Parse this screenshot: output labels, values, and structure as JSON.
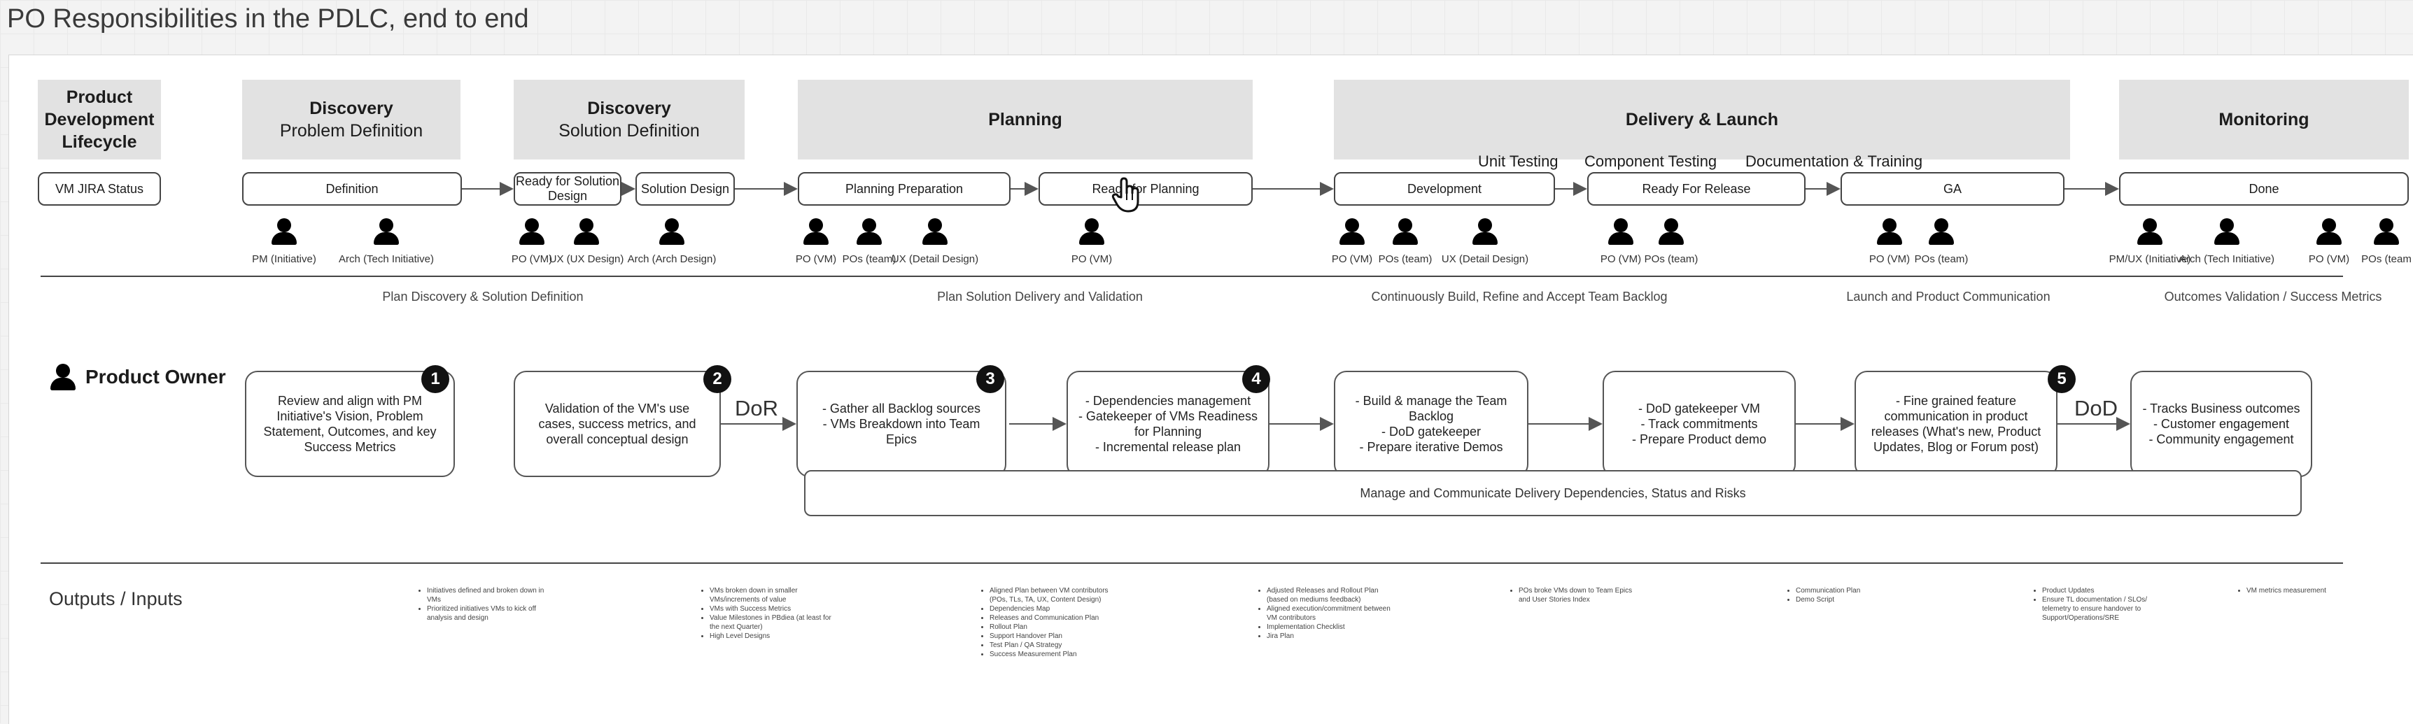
{
  "title": "PO Responsibilities in the PDLC, end to end",
  "phases": [
    {
      "lines": [
        "Product",
        "Development",
        "Lifecycle"
      ],
      "sub": ""
    },
    {
      "lines": [
        "Discovery"
      ],
      "sub": "Problem Definition"
    },
    {
      "lines": [
        "Discovery"
      ],
      "sub": "Solution Definition"
    },
    {
      "lines": [
        "Planning"
      ],
      "sub": ""
    },
    {
      "lines": [
        "Delivery & Launch"
      ],
      "sub": ""
    },
    {
      "lines": [
        "Monitoring"
      ],
      "sub": ""
    }
  ],
  "statuses": [
    "VM JIRA Status",
    "Definition",
    "Ready for Solution Design",
    "Solution Design",
    "Planning Preparation",
    "Ready for Planning",
    "Development",
    "Ready For Release",
    "GA",
    "Done"
  ],
  "step_labels": [
    "Unit Testing",
    "Component Testing",
    "Documentation & Training"
  ],
  "roles": [
    "PM (Initiative)",
    "Arch (Tech Initiative)",
    "PO (VM)",
    "UX (UX Design)",
    "Arch (Arch Design)",
    "PO (VM)",
    "POs (team)",
    "UX (Detail Design)",
    "PO (VM)",
    "PO (VM)",
    "POs (team)",
    "UX (Detail Design)",
    "PO (VM)",
    "POs (team)",
    "PO (VM)",
    "POs (team)",
    "PM/UX (Initiative)",
    "Arch (Tech Initiative)",
    "PO (VM)",
    "POs (team"
  ],
  "section_labels": [
    "Plan Discovery & Solution Definition",
    "Plan Solution Delivery and Validation",
    "Continuously Build, Refine and Accept Team Backlog",
    "Launch and Product Communication",
    "Outcomes Validation / Success Metrics"
  ],
  "product_owner": "Product Owner",
  "cards": [
    [
      "Review and align with PM",
      "Initiative's Vision, Problem",
      "Statement, Outcomes, and key",
      "Success Metrics"
    ],
    [
      "Validation of the VM's use",
      "cases, success metrics, and",
      "overall conceptual design"
    ],
    [
      "- Gather all Backlog sources",
      "- VMs Breakdown into Team",
      "Epics"
    ],
    [
      "- Dependencies management",
      "- Gatekeeper of VMs Readiness",
      "for Planning",
      "- Incremental release plan"
    ],
    [
      "- Build & manage the Team",
      "Backlog",
      "- DoD gatekeeper",
      "- Prepare iterative Demos"
    ],
    [
      "- DoD gatekeeper VM",
      "- Track commitments",
      "- Prepare Product demo"
    ],
    [
      "- Fine grained feature",
      "communication in product",
      "releases (What's new, Product",
      "Updates, Blog or Forum post)"
    ],
    [
      "- Tracks Business outcomes",
      "- Customer engagement",
      "- Community engagement"
    ]
  ],
  "badges": [
    "1",
    "2",
    "3",
    "4",
    "5"
  ],
  "markers": [
    "DoR",
    "DoD"
  ],
  "wide_box": "Manage and Communicate Delivery Dependencies, Status and Risks",
  "outputs_label": "Outputs / Inputs",
  "outputs": [
    [
      "Initiatives defined and broken down in VMs",
      "Prioritized initiatives VMs to kick off analysis and design"
    ],
    [
      "VMs broken down in smaller VMs/increments of value",
      "VMs with Success Metrics",
      "Value Milestones in PBdiea (at least for the next Quarter)",
      "High Level Designs"
    ],
    [
      "Aligned Plan between VM contributors (POs, TLs, TA, UX, Content Design)",
      "Dependencies Map",
      "Releases and Communication Plan",
      "Rollout Plan",
      "Support Handover Plan",
      "Test Plan / QA Strategy",
      "Success Measurement Plan"
    ],
    [
      "Adjusted Releases and Rollout Plan (based on mediums feedback)",
      "Aligned execution/commitment between VM contributors",
      "Implementation Checklist",
      "Jira Plan"
    ],
    [
      "POs broke VMs down to Team Epics and User Stories Index"
    ],
    [
      "Communication Plan",
      "Demo Script"
    ],
    [
      "Product Updates",
      "Ensure TL documentation / SLOs/ telemetry to ensure handover to Support/Operations/SRE"
    ],
    [
      "VM metrics measurement"
    ]
  ]
}
